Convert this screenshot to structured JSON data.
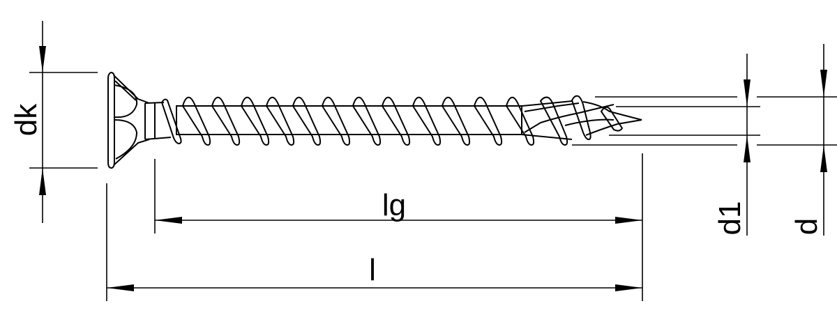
{
  "drawing": {
    "subject": "countersunk wood screw with partial thread and cutting tip",
    "line_color": "#000000",
    "background": "#ffffff"
  },
  "dimensions": {
    "dk": {
      "label": "dk",
      "description": "head diameter"
    },
    "lg": {
      "label": "lg",
      "description": "thread length"
    },
    "l": {
      "label": "l",
      "description": "total length"
    },
    "d1": {
      "label": "d1",
      "description": "core diameter"
    },
    "d": {
      "label": "d",
      "description": "thread diameter"
    }
  }
}
